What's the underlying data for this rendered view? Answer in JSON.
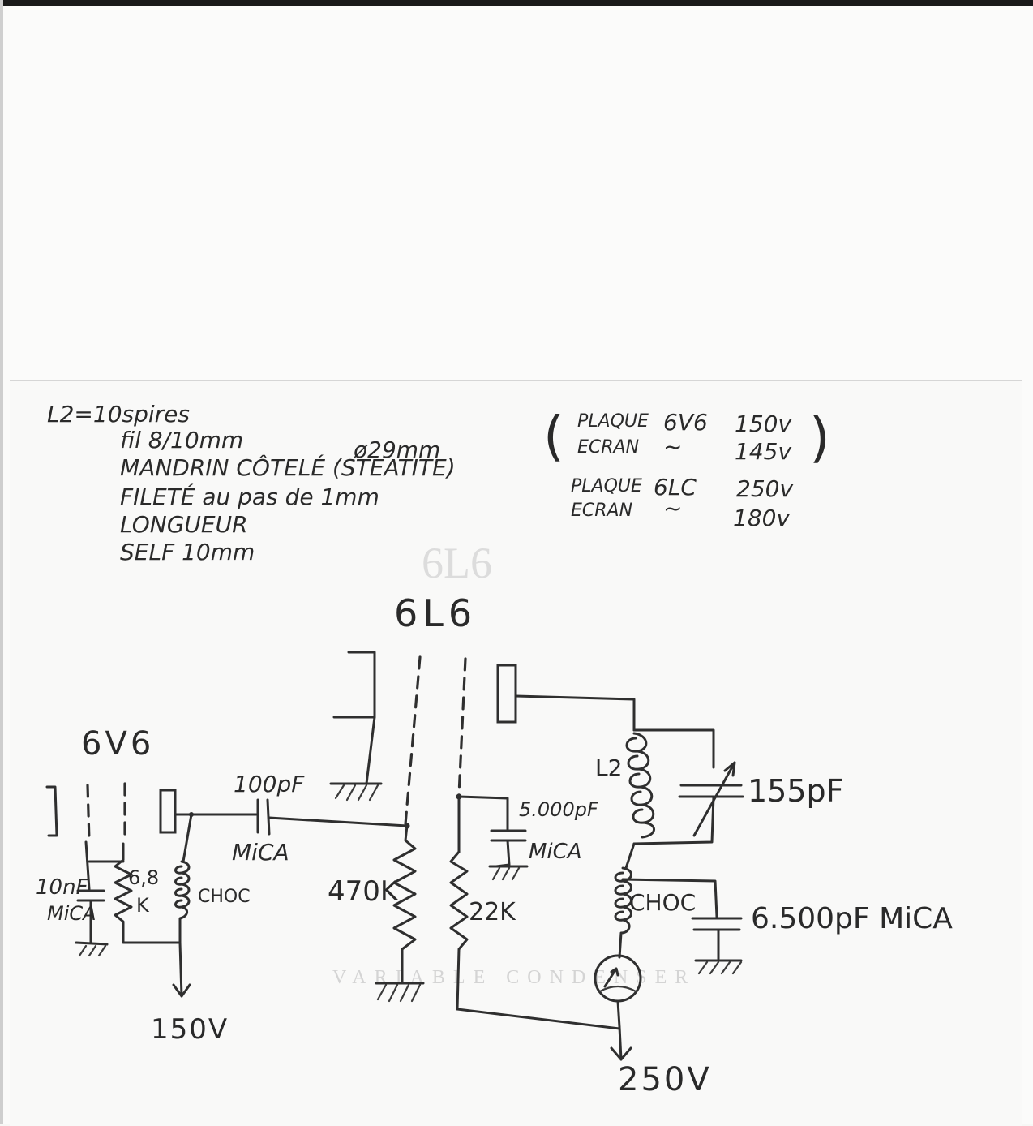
{
  "notes": {
    "lines": [
      "L2=10spires",
      "fil 8/10mm",
      "ø29mm",
      "MANDRIN CÔTELÉ (STEATITE)",
      "FILETÉ au pas de 1mm",
      "LONGUEUR",
      "SELF 10mm"
    ]
  },
  "voltages": {
    "paren_open": "(",
    "paren_close": ")",
    "row1_label": "PLAQUE",
    "row1_tube": "6V6",
    "row1_value": "150v",
    "row2_label": "ECRAN",
    "row2_tube": "~",
    "row2_value": "145v",
    "row3_label": "PLAQUE",
    "row3_tube": "6LC",
    "row3_value": "250v",
    "row4_label": "ECRAN",
    "row4_tube": "~",
    "row4_value": "180v"
  },
  "tubes": {
    "main": "6L6",
    "driver": "6V6"
  },
  "components": {
    "c_coupling": "100pF",
    "c_coupling_type": "MiCA",
    "r_grid": "470K",
    "r_screen": "22K",
    "c_screen": "5.000pF",
    "c_screen_type": "MiCA",
    "coil": "L2",
    "c_variable": "155pF",
    "c_bypass": "6.500pF MiCA",
    "choke_right": "CHOC",
    "choke_left": "CHOC",
    "c_left": "10nF",
    "c_left_type": "MiCA",
    "r_left_value": "6,8",
    "r_left_unit": "K"
  },
  "supplies": {
    "left": "150V",
    "right": "250V"
  },
  "ghost_text": {
    "faint_6l6": "6L6",
    "faint_line": "VARIABLE CONDENSER"
  }
}
